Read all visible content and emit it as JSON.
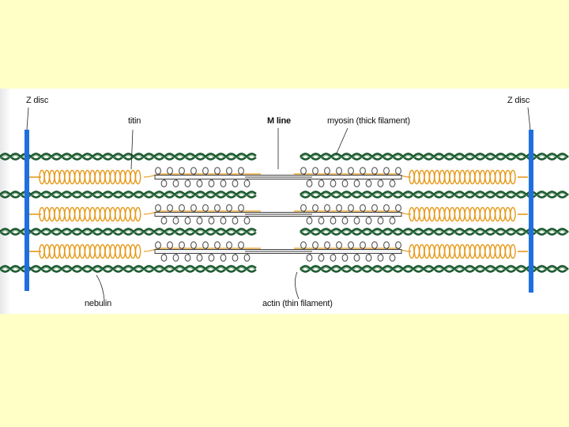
{
  "diagram": {
    "labels": {
      "z_disc_left": "Z disc",
      "z_disc_right": "Z disc",
      "titin": "titin",
      "m_line": "M line",
      "myosin": "myosin (thick filament)",
      "nebulin": "nebulin",
      "actin": "actin (thin filament)"
    },
    "colors": {
      "slide_background": "#ffffc6",
      "figure_background": "#ffffff",
      "z_disc": "#1f6fe0",
      "actin": "#1e5a30",
      "titin": "#e69a1a",
      "myosin": "#444444"
    }
  }
}
